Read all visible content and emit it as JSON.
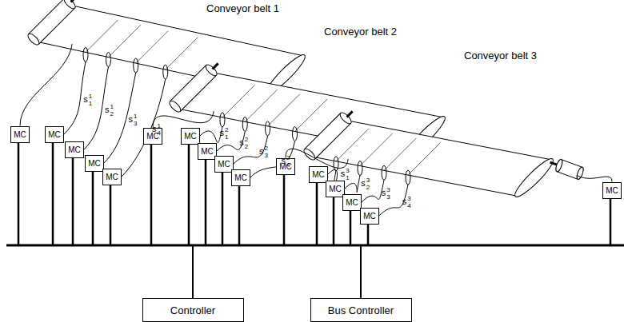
{
  "diagram": {
    "nodes": [
      {
        "text": [
          "MC"
        ]
      },
      {
        "text": [
          "MC"
        ]
      },
      {
        "text": [
          "MC"
        ]
      },
      {
        "text": [
          "MC"
        ]
      },
      {
        "text": [
          "MC"
        ]
      },
      {
        "text": [
          "MC"
        ]
      },
      {
        "text": [
          "MC"
        ]
      },
      {
        "text": [
          "MC"
        ]
      },
      {
        "text": [
          "MC"
        ]
      },
      {
        "text": [
          "MC"
        ]
      },
      {
        "text": [
          "MC"
        ]
      },
      {
        "text": [
          "MC"
        ]
      },
      {
        "text": [
          "MC"
        ]
      },
      {
        "text": [
          "MC"
        ]
      },
      {
        "text": [
          "MC"
        ]
      },
      {
        "text": [
          "MC"
        ]
      },
      {
        "text": [
          "Controller"
        ]
      },
      {
        "text": [
          "Bus Controller"
        ]
      }
    ],
    "labels": [
      "Conveyor belt 1",
      "s11",
      "s12",
      "s13",
      "s14",
      "Conveyor belt 2",
      "s21",
      "s22",
      "s23",
      "s24",
      "Conveyor belt 3",
      "s31",
      "s32",
      "s33",
      "s34"
    ]
  }
}
